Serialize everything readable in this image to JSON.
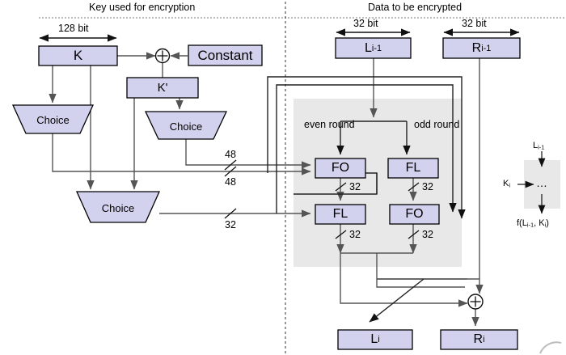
{
  "diagram": {
    "title_left": "Key used for encryption",
    "title_right": "Data to be encrypted",
    "colors": {
      "box_fill": "#d2d2ee",
      "box_stroke": "#000000",
      "gray_region": "#e8e8e8",
      "wire": "#555555",
      "wire_dark": "#000000",
      "divider": "#777777",
      "background": "#ffffff"
    }
  },
  "key_side": {
    "width_label": "128 bit",
    "boxes": {
      "k": "K",
      "constant": "Constant",
      "k_prime": "K'",
      "choice_1": "Choice",
      "choice_2": "Choice",
      "choice_3": "Choice"
    },
    "xor_symbol": "⊕",
    "signal_labels": {
      "top_48": "48",
      "bottom_48": "48",
      "out_32": "32"
    }
  },
  "data_side": {
    "width_label_left": "32 bit",
    "width_label_right": "32 bit",
    "inputs": {
      "left": "L",
      "left_sub": "i-1",
      "right": "R",
      "right_sub": "i-1"
    },
    "round_labels": {
      "even": "even round",
      "odd": "odd round"
    },
    "functions": {
      "even_top": "FO",
      "odd_top": "FL",
      "even_bottom": "FL",
      "odd_bottom": "FO"
    },
    "bus_labels": [
      "32",
      "32",
      "32",
      "32"
    ],
    "xor_symbol": "⊕",
    "outputs": {
      "left": "L",
      "left_sub": "i",
      "right": "R",
      "right_sub": "i"
    }
  },
  "legend": {
    "input": "L",
    "input_sub": "i-1",
    "key": "K",
    "key_sub": "i",
    "ellipsis": "…",
    "output": "f(L",
    "output_sub1": "i-1",
    "output_mid": ", K",
    "output_sub2": "i",
    "output_end": ")"
  }
}
